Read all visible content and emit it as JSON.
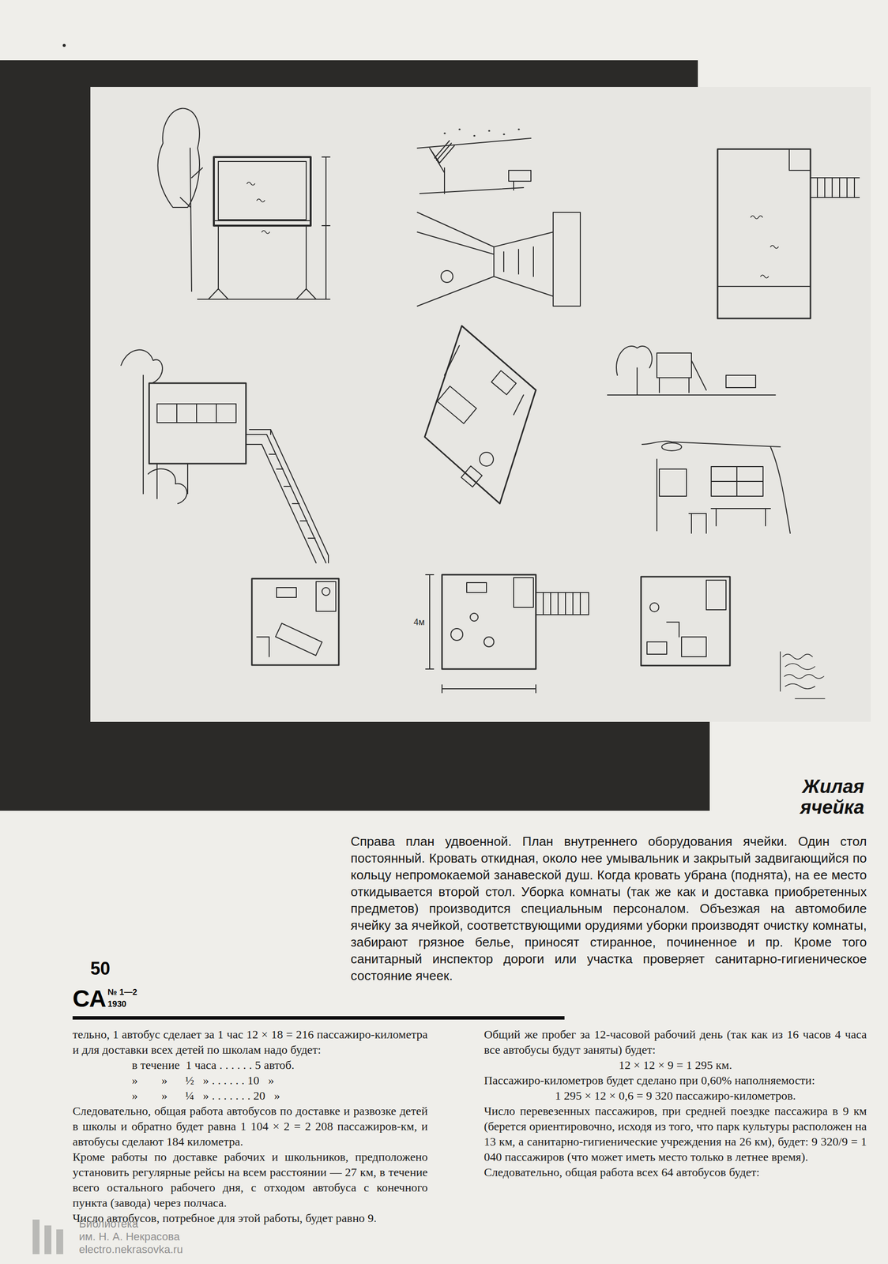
{
  "diagram": {
    "title": "Жилая ячейка",
    "caption": "Справа план удвоенной. План внутреннего оборудования ячейки. Один стол постоянный. Кровать откидная, около нее умывальник и закрытый задвигающийся по кольцу непромокаемой занавеской душ. Когда кровать убрана (поднята), на ее место откидывается второй стол. Уборка комнаты (так же как и доставка приобретенных предметов) производится специальным персоналом. Объезжая на автомобиле ячейку за ячейкой, соответствующими орудиями уборки производят очистку комнаты, забирают грязное белье, приносят стиранное, починенное и пр. Кроме того санитарный инспектор дороги или участка проверяет санитарно-гигиеническое состояние ячеек.",
    "labels": [
      "50",
      "СА",
      "№ 1—2",
      "1930",
      "тельно, 1 автобус сделает за 1 час 12 × 18 = 216 пассажиро-километра и для доставки всех детей по школам надо будет:",
      "в течение  1 часа . . . . . . 5 автоб.",
      "»        »      ½   » . . . . . . 10   »",
      "»        »      ¼   » . . . . . . . 20   »",
      "Следовательно, общая работа автобусов по доставке и развозке детей в школы и обратно будет равна 1 104 × 2 = 2 208 пассажиров-км, и автобусы сделают 184 километра.",
      "Кроме работы по доставке рабочих и школьников, предположено установить регулярные рейсы на всем расстоянии — 27 км, в течение всего остального рабочего дня, с отходом автобуса с конечного пункта (завода) через полчаса.",
      "Число автобусов, потребное для этой работы, будет равно 9.",
      "Общий же пробег за 12-часовой рабочий день (так как из 16 часов 4 часа все автобусы будут заняты) будет:",
      "12 × 12 × 9 = 1 295 км.",
      "Пассажиро-километров будет сделано при 0,60% наполняемости:",
      "1 295 × 12 × 0,6 = 9 320 пассажиро-километров.",
      "Число перевезенных пассажиров, при средней поездке пассажира в 9 км (берется ориентировочно, исходя из того, что парк культуры расположен на 13 км, а санитарно-гигиенические учреждения на 26 км), будет: 9 320/9 = 1 040 пассажиров (что может иметь место только в летнее время).",
      "Следовательно, общая работа всех 64 автобусов будет:",
      "4м",
      "Библиотека",
      "им. Н. А. Некрасова",
      "electro.nekrasovka.ru"
    ]
  }
}
